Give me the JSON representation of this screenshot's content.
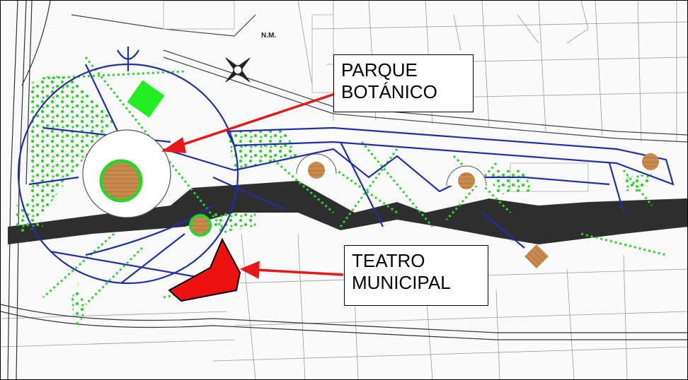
{
  "map": {
    "north_label": "N.M.",
    "labels": [
      {
        "id": "parque",
        "lines": [
          "PARQUE",
          "BOTÁNICO"
        ]
      },
      {
        "id": "teatro",
        "lines": [
          "TEATRO",
          "MUNICIPAL"
        ]
      }
    ]
  },
  "colors": {
    "park_outline": "#1f2fa8",
    "vegetation": "#2fd12f",
    "plaza": "#c98a4e",
    "highway": "#2e2e2e",
    "theatre": "#ee1111",
    "arrow": "#e81818",
    "streets": "#8a8a8a"
  }
}
